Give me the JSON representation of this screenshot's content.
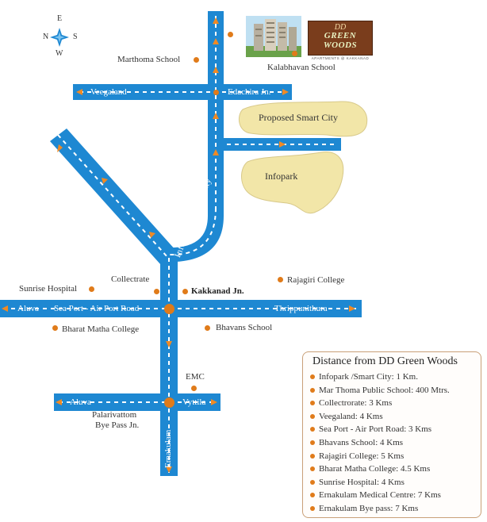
{
  "colors": {
    "road": "#1e88d2",
    "road_arrow": "#f08a24",
    "marker": "#e07b1a",
    "area_fill": "#f2e6a8",
    "legend_border": "#c9a078"
  },
  "compass": {
    "north": "N",
    "east": "E",
    "south": "S",
    "west": "W",
    "icon": "compass-star-icon"
  },
  "brand": {
    "logo_top": "DD",
    "logo_main": "GREEN WOODS",
    "logo_sub": "APARTMENTS @ KAKKANAD"
  },
  "areas": {
    "smart_city": "Proposed Smart City",
    "infopark": "Infopark"
  },
  "roads": {
    "veegaland_top": "Veegaland",
    "edachira": "Edachira Jn.",
    "veegaland_diag": "Veegaland",
    "infopark_smart_city": "Infopark / Smart City",
    "aluva_main": "Aluva",
    "seaport": "Sea Port - Air Port Road",
    "thrippunithura": "Thrippunithura",
    "aluva_lower": "Aluva",
    "vyttila": "Vyttila",
    "ernakulam": "Ernakulam"
  },
  "places": {
    "marthoma": "Marthoma School",
    "kalabhavan": "Kalabhavan School",
    "sunrise": "Sunrise Hospital",
    "collectrate": "Collectrate",
    "kakkanad": "Kakkanad Jn.",
    "rajagiri": "Rajagiri College",
    "bharat": "Bharat Matha College",
    "bhavans": "Bhavans School",
    "emc": "EMC",
    "palarivattom_1": "Palarivattom",
    "palarivattom_2": "Bye Pass Jn."
  },
  "legend": {
    "title": "Distance from DD Green Woods",
    "items": [
      "Infopark /Smart City: 1 Km.",
      "Mar Thoma Public School: 400 Mtrs.",
      "Collectrorate: 3 Kms",
      "Veegaland: 4 Kms",
      "Sea Port - Air Port Road: 3 Kms",
      "Bhavans School: 4 Kms",
      "Rajagiri College: 5 Kms",
      "Bharat Matha College: 4.5 Kms",
      "Sunrise Hospital: 4 Kms",
      "Ernakulam Medical Centre: 7 Kms",
      "Ernakulam Bye pass: 7 Kms"
    ]
  }
}
